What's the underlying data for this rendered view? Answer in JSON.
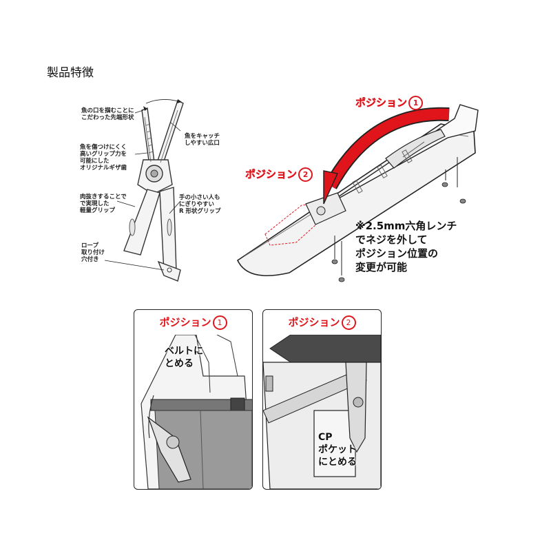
{
  "page": {
    "title": "製品特徴"
  },
  "annotations": {
    "tip": "魚の口を掴むことに\nこだわった先端形状",
    "catch": "魚をキャッチ\nしやすい広口",
    "teeth": "魚を傷つけにくく\n高いグリップ力を\n可能にした\nオリジナルギザ歯",
    "grip": "肉抜きすることで\nで実現した\n軽量グリップ",
    "rgrip": "手の小さい人も\nにぎりやすい\nR 形状グリップ",
    "rope": "ロープ\n取り付け\n穴付き"
  },
  "positions": {
    "pos1": {
      "label": "ポジション",
      "num": "1"
    },
    "pos2": {
      "label": "ポジション",
      "num": "2"
    }
  },
  "note": "※2.5mm六角レンチ\nでネジを外して\nポジション位置の\n変更が可能",
  "panels": [
    {
      "header": "ポジション",
      "num": "1",
      "label": "ベルトに\nとめる"
    },
    {
      "header": "ポジション",
      "num": "2",
      "label": "CP\nポケット\nにとめる"
    }
  ],
  "colors": {
    "accent": "#e0151b",
    "outline": "#222222",
    "body": "#f1f1f1"
  }
}
